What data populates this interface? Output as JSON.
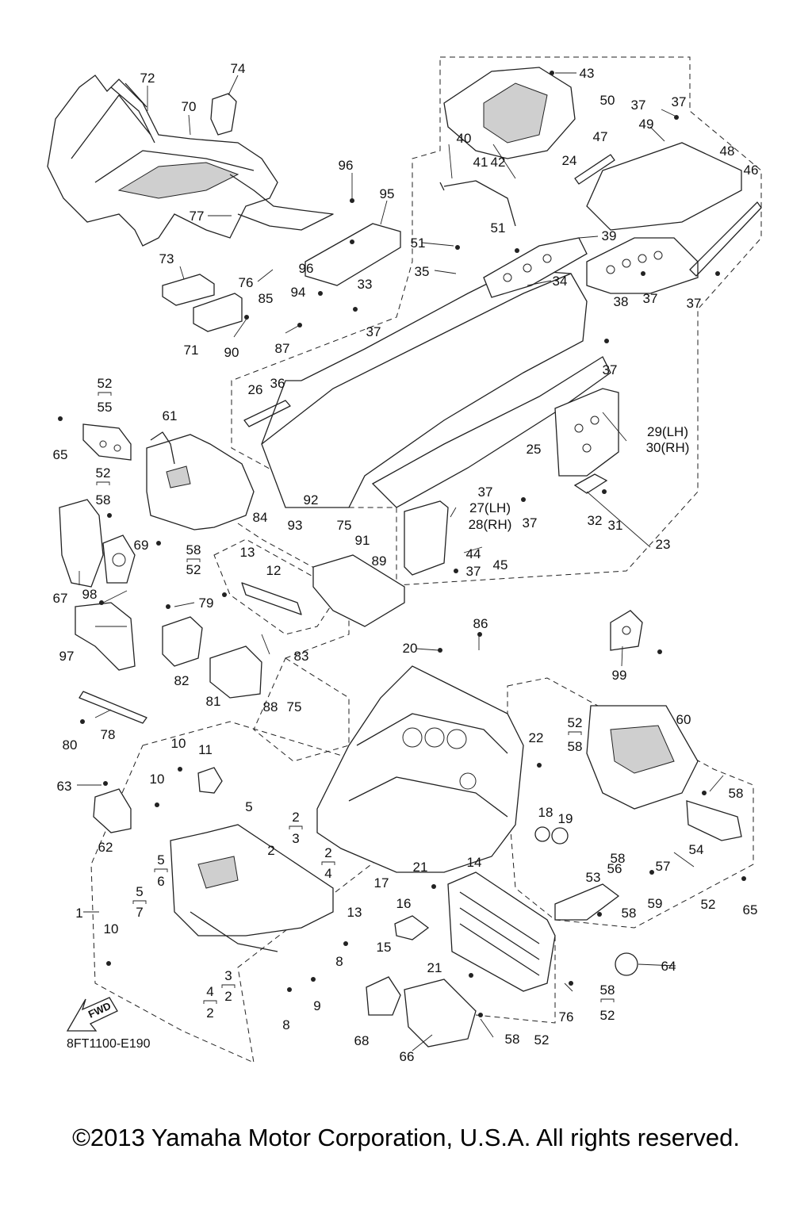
{
  "diagram": {
    "drawing_code": "8FT1100-E190",
    "copyright": "©2013 Yamaha Motor Corporation, U.S.A. All rights reserved.",
    "fwd_label": "FWD",
    "callouts": [
      {
        "id": "c72",
        "text": "72"
      },
      {
        "id": "c74",
        "text": "74"
      },
      {
        "id": "c70",
        "text": "70"
      },
      {
        "id": "c77",
        "text": "77"
      },
      {
        "id": "c73",
        "text": "73"
      },
      {
        "id": "c76a",
        "text": "76"
      },
      {
        "id": "c71",
        "text": "71"
      },
      {
        "id": "c85",
        "text": "85"
      },
      {
        "id": "c90",
        "text": "90"
      },
      {
        "id": "c87",
        "text": "87"
      },
      {
        "id": "c94",
        "text": "94"
      },
      {
        "id": "c96a",
        "text": "96"
      },
      {
        "id": "c96b",
        "text": "96"
      },
      {
        "id": "c95",
        "text": "95"
      },
      {
        "id": "c33",
        "text": "33"
      },
      {
        "id": "c37a",
        "text": "37"
      },
      {
        "id": "c43",
        "text": "43"
      },
      {
        "id": "c40",
        "text": "40"
      },
      {
        "id": "c41",
        "text": "41"
      },
      {
        "id": "c42",
        "text": "42"
      },
      {
        "id": "c24",
        "text": "24"
      },
      {
        "id": "c51a",
        "text": "51"
      },
      {
        "id": "c51b",
        "text": "51"
      },
      {
        "id": "c35",
        "text": "35"
      },
      {
        "id": "c50",
        "text": "50"
      },
      {
        "id": "c37b",
        "text": "37"
      },
      {
        "id": "c37c",
        "text": "37"
      },
      {
        "id": "c49",
        "text": "49"
      },
      {
        "id": "c47",
        "text": "47"
      },
      {
        "id": "c48",
        "text": "48"
      },
      {
        "id": "c46",
        "text": "46"
      },
      {
        "id": "c39",
        "text": "39"
      },
      {
        "id": "c34",
        "text": "34"
      },
      {
        "id": "c38",
        "text": "38"
      },
      {
        "id": "c37d",
        "text": "37"
      },
      {
        "id": "c37e",
        "text": "37"
      },
      {
        "id": "c37f",
        "text": "37"
      },
      {
        "id": "c26",
        "text": "26"
      },
      {
        "id": "c36",
        "text": "36"
      },
      {
        "id": "c29",
        "text": "29(LH)"
      },
      {
        "id": "c30",
        "text": "30(RH)"
      },
      {
        "id": "c25",
        "text": "25"
      },
      {
        "id": "c37g",
        "text": "37"
      },
      {
        "id": "c27",
        "text": "27(LH)"
      },
      {
        "id": "c28",
        "text": "28(RH)"
      },
      {
        "id": "c37h",
        "text": "37"
      },
      {
        "id": "c32",
        "text": "32"
      },
      {
        "id": "c31",
        "text": "31"
      },
      {
        "id": "c23",
        "text": "23"
      },
      {
        "id": "c44",
        "text": "44"
      },
      {
        "id": "c45",
        "text": "45"
      },
      {
        "id": "c37i",
        "text": "37"
      },
      {
        "id": "c52a",
        "text": "52"
      },
      {
        "id": "c55",
        "text": "55"
      },
      {
        "id": "c61",
        "text": "61"
      },
      {
        "id": "c65a",
        "text": "65"
      },
      {
        "id": "c52b",
        "text": "52"
      },
      {
        "id": "c58a",
        "text": "58"
      },
      {
        "id": "c84",
        "text": "84"
      },
      {
        "id": "c92",
        "text": "92"
      },
      {
        "id": "c93",
        "text": "93"
      },
      {
        "id": "c75a",
        "text": "75"
      },
      {
        "id": "c91",
        "text": "91"
      },
      {
        "id": "c89",
        "text": "89"
      },
      {
        "id": "c69",
        "text": "69"
      },
      {
        "id": "c58b",
        "text": "58"
      },
      {
        "id": "c52c",
        "text": "52"
      },
      {
        "id": "c13a",
        "text": "13"
      },
      {
        "id": "c12",
        "text": "12"
      },
      {
        "id": "c67",
        "text": "67"
      },
      {
        "id": "c98",
        "text": "98"
      },
      {
        "id": "c79",
        "text": "79"
      },
      {
        "id": "c97",
        "text": "97"
      },
      {
        "id": "c82",
        "text": "82"
      },
      {
        "id": "c83",
        "text": "83"
      },
      {
        "id": "c81",
        "text": "81"
      },
      {
        "id": "c20",
        "text": "20"
      },
      {
        "id": "c86",
        "text": "86"
      },
      {
        "id": "c99",
        "text": "99"
      },
      {
        "id": "c78",
        "text": "78"
      },
      {
        "id": "c80",
        "text": "80"
      },
      {
        "id": "c88",
        "text": "88"
      },
      {
        "id": "c75b",
        "text": "75"
      },
      {
        "id": "c52d",
        "text": "52"
      },
      {
        "id": "c58c",
        "text": "58"
      },
      {
        "id": "c60",
        "text": "60"
      },
      {
        "id": "c22",
        "text": "22"
      },
      {
        "id": "c10a",
        "text": "10"
      },
      {
        "id": "c11",
        "text": "11"
      },
      {
        "id": "c10b",
        "text": "10"
      },
      {
        "id": "c63",
        "text": "63"
      },
      {
        "id": "c18",
        "text": "18"
      },
      {
        "id": "c19",
        "text": "19"
      },
      {
        "id": "c58d",
        "text": "58"
      },
      {
        "id": "c62",
        "text": "62"
      },
      {
        "id": "c5a",
        "text": "5"
      },
      {
        "id": "c2a",
        "text": "2"
      },
      {
        "id": "c3a",
        "text": "3"
      },
      {
        "id": "c2b",
        "text": "2"
      },
      {
        "id": "c54",
        "text": "54"
      },
      {
        "id": "c2c",
        "text": "2"
      },
      {
        "id": "c4a",
        "text": "4"
      },
      {
        "id": "c5b",
        "text": "5"
      },
      {
        "id": "c6",
        "text": "6"
      },
      {
        "id": "c58e",
        "text": "58"
      },
      {
        "id": "c57",
        "text": "57"
      },
      {
        "id": "c56",
        "text": "56"
      },
      {
        "id": "c53",
        "text": "53"
      },
      {
        "id": "c21a",
        "text": "21"
      },
      {
        "id": "c14",
        "text": "14"
      },
      {
        "id": "c5c",
        "text": "5"
      },
      {
        "id": "c7",
        "text": "7"
      },
      {
        "id": "c1",
        "text": "1"
      },
      {
        "id": "c17",
        "text": "17"
      },
      {
        "id": "c16",
        "text": "16"
      },
      {
        "id": "c13b",
        "text": "13"
      },
      {
        "id": "c59",
        "text": "59"
      },
      {
        "id": "c52e",
        "text": "52"
      },
      {
        "id": "c65b",
        "text": "65"
      },
      {
        "id": "c58f",
        "text": "58"
      },
      {
        "id": "c15",
        "text": "15"
      },
      {
        "id": "c10c",
        "text": "10"
      },
      {
        "id": "c8a",
        "text": "8"
      },
      {
        "id": "c21b",
        "text": "21"
      },
      {
        "id": "c64",
        "text": "64"
      },
      {
        "id": "c3b",
        "text": "3"
      },
      {
        "id": "c2d",
        "text": "2"
      },
      {
        "id": "c4b",
        "text": "4"
      },
      {
        "id": "c2e",
        "text": "2"
      },
      {
        "id": "c9",
        "text": "9"
      },
      {
        "id": "c76b",
        "text": "76"
      },
      {
        "id": "c58g",
        "text": "58"
      },
      {
        "id": "c52f",
        "text": "52"
      },
      {
        "id": "c8b",
        "text": "8"
      },
      {
        "id": "c68",
        "text": "68"
      },
      {
        "id": "c58h",
        "text": "58"
      },
      {
        "id": "c52g",
        "text": "52"
      },
      {
        "id": "c66",
        "text": "66"
      }
    ]
  }
}
